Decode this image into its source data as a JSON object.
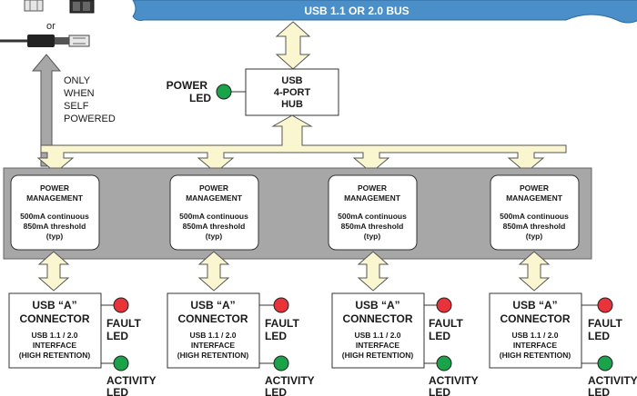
{
  "bus": {
    "label": "USB 1.1 OR 2.0 BUS",
    "color": "#4a8fc7"
  },
  "top_left": {
    "or_label": "or"
  },
  "self_powered_note": [
    "ONLY",
    "WHEN",
    "SELF",
    "POWERED"
  ],
  "hub": {
    "lines": [
      "USB",
      "4-PORT",
      "HUB"
    ]
  },
  "hub_power_led": {
    "lines": [
      "POWER",
      "LED"
    ],
    "color": "#1aa34a"
  },
  "power_management": {
    "title_lines": [
      "POWER",
      "MANAGEMENT"
    ],
    "spec_lines": [
      "500mA continuous",
      "850mA threshold",
      "(typ)"
    ],
    "panel_color": "#a7a7a7"
  },
  "connector": {
    "title_lines": [
      "USB “A”",
      "CONNECTOR"
    ],
    "spec_lines": [
      "USB 1.1 / 2.0",
      "INTERFACE",
      "(HIGH RETENTION)"
    ]
  },
  "fault_led": {
    "lines": [
      "FAULT",
      "LED"
    ],
    "color": "#e8333a"
  },
  "activity_led": {
    "lines": [
      "ACTIVITY",
      "LED"
    ],
    "color": "#1aa34a"
  },
  "arrow_color": "#faf6d0",
  "port_count": 4
}
